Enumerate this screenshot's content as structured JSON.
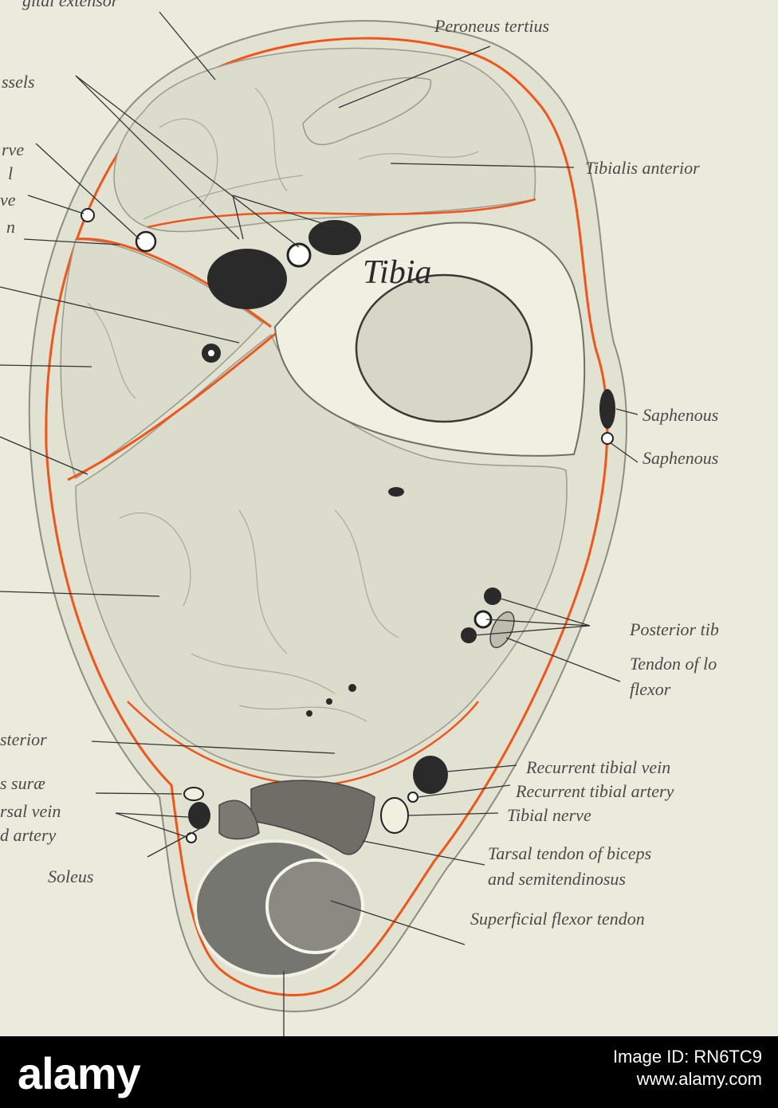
{
  "figure": {
    "bone_label": "Tibia",
    "labels": {
      "digital_extensor": "gital extensor",
      "vessels": "ssels",
      "nerve_frag": "rve",
      "l_frag": "l",
      "ve_frag": "ve",
      "n_frag": "n",
      "peroneus_tertius": "Peroneus tertius",
      "tibialis_anterior": "Tibialis anterior",
      "saphenous_1": "Saphenous",
      "saphenous_2": "Saphenous",
      "posterior_tib": "Posterior tib",
      "tendon_long_line1": "Tendon of lo",
      "tendon_long_line2": "flexor",
      "sterior": "sterior",
      "surae": "s suræ",
      "rsal_vein": "rsal vein",
      "d_artery": "d artery",
      "soleus": "Soleus",
      "recurrent_tibial_vein": "Recurrent tibial vein",
      "recurrent_tibial_artery": "Recurrent tibial artery",
      "tibial_nerve": "Tibial nerve",
      "tarsal_tendon_line1": "Tarsal tendon of biceps",
      "tarsal_tendon_line2": "and semitendinosus",
      "superficial_flexor": "Superficial flexor tendon"
    },
    "colors": {
      "background": "#ebebdd",
      "fascia": "#f0561c",
      "muscle": "#dcdccd",
      "vessel": "#2a2a2a"
    }
  },
  "watermark": {
    "brand": "alamy",
    "image_id_line1": "Image ID: RN6TC9",
    "image_id_line2": "www.alamy.com"
  }
}
